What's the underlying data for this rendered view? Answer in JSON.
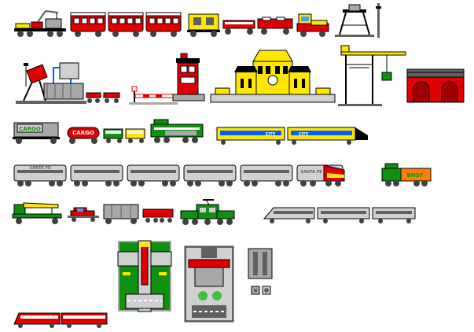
{
  "sheet": {
    "background": "#ffffff"
  },
  "palette": {
    "red": "#e00000",
    "dark_red": "#a00000",
    "yellow": "#ffe800",
    "gray": "#a8a8a8",
    "light_gray": "#d0d0d0",
    "dark_gray": "#606060",
    "black": "#000000",
    "white": "#ffffff",
    "green": "#109010",
    "dark_green": "#006000",
    "blue": "#0060ff",
    "sky": "#40a0ff",
    "brown": "#b07040"
  },
  "labels": {
    "cargo_1": "CARGO",
    "cargo_2": "CARGO",
    "intercity_1": "CITY",
    "intercity_2": "CITY",
    "santafe": "SANTA FE",
    "bnsf": "BNSF",
    "coach": "SANTA FE"
  }
}
